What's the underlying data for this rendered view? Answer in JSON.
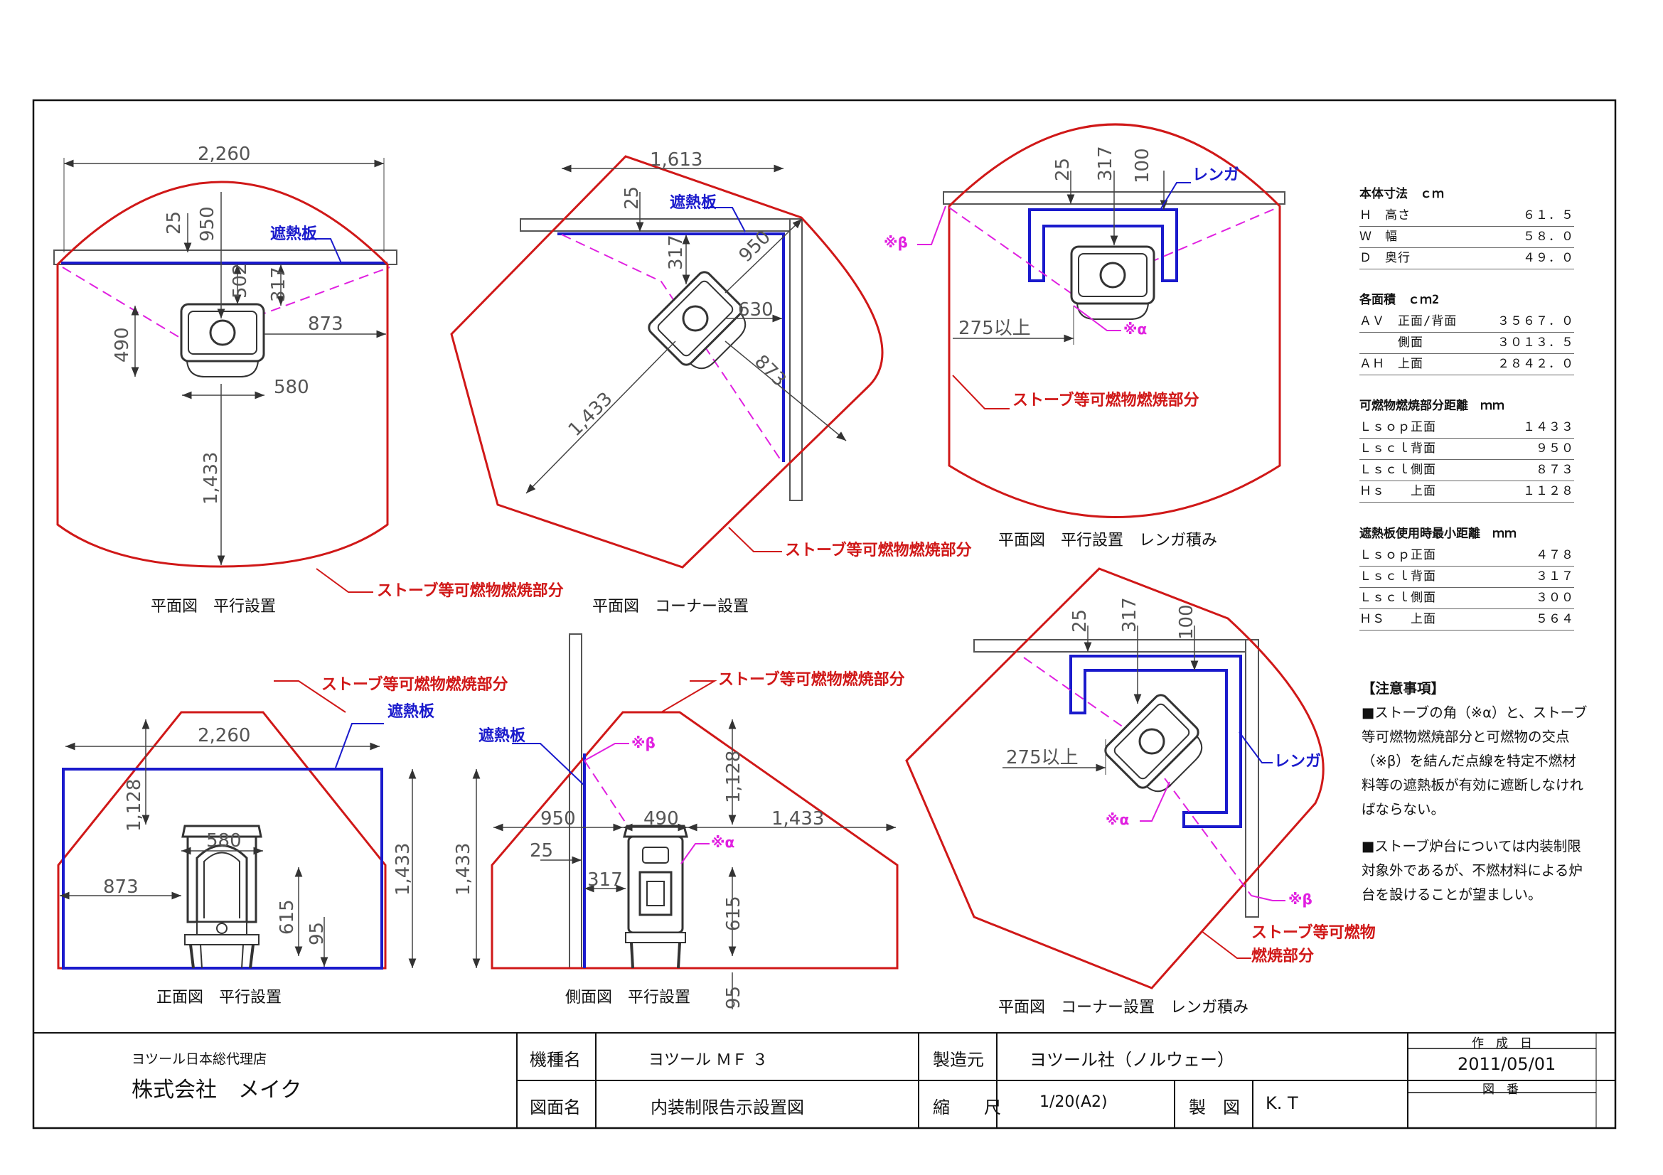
{
  "labels": {
    "stove_zone": "ストーブ等可燃物燃焼部分",
    "stove_zone_a": "ストーブ等可燃物",
    "stove_zone_b": "燃焼部分",
    "heat_shield": "遮熱板",
    "brick": "レンガ",
    "alpha": "※α",
    "beta": "※β"
  },
  "views": {
    "plan_parallel": "平面図　平行設置",
    "plan_corner": "平面図　コーナー設置",
    "plan_parallel_brick": "平面図　平行設置　レンガ積み",
    "front_parallel": "正面図　平行設置",
    "side_parallel": "側面図　平行設置",
    "plan_corner_brick": "平面図　コーナー設置　レンガ積み"
  },
  "dims": {
    "d2260": "2,260",
    "d1613": "1,613",
    "d1433": "1,433",
    "d1433b": "1433",
    "d1128": "1,128",
    "d950": "950",
    "d873": "873",
    "d630": "630",
    "d580": "580",
    "d502": "502",
    "d490": "490",
    "d317": "317",
    "d275": "275以上",
    "d100": "100",
    "d95": "95",
    "d615": "615",
    "d25": "25"
  },
  "specs": {
    "body": {
      "title": "本体寸法　ｃｍ",
      "rows": [
        [
          "Ｈ　高さ",
          "６１．５"
        ],
        [
          "Ｗ　幅",
          "５８．０"
        ],
        [
          "Ｄ　奥行",
          "４９．０"
        ]
      ]
    },
    "area": {
      "title": "各面積　ｃｍ2",
      "rows": [
        [
          "ＡＶ　正面/背面",
          "３５６７．０"
        ],
        [
          "　　　側面",
          "３０１３．５"
        ],
        [
          "ＡＨ　上面",
          "２８４２．０"
        ]
      ]
    },
    "dist": {
      "title": "可燃物燃焼部分距離　ｍｍ",
      "rows": [
        [
          "Ｌｓｏｐ正面",
          "１４３３"
        ],
        [
          "Ｌｓｃｌ背面",
          "９５０"
        ],
        [
          "Ｌｓｃｌ側面",
          "８７３"
        ],
        [
          "Ｈｓ　　上面",
          "１１２８"
        ]
      ]
    },
    "shield": {
      "title": "遮熱板使用時最小距離　ｍｍ",
      "rows": [
        [
          "Ｌｓｏｐ正面",
          "４７８"
        ],
        [
          "Ｌｓｃｌ背面",
          "３１７"
        ],
        [
          "Ｌｓｃｌ側面",
          "３００"
        ],
        [
          "ＨＳ　　上面",
          "５６４"
        ]
      ]
    }
  },
  "notes": {
    "title": "【注意事項】",
    "p1": "■ストーブの角（※α）と、ストーブ等可燃物燃焼部分と可燃物の交点（※β）を結んだ点線を特定不燃材料等の遮熱板が有効に遮断しなければならない。",
    "p2": "■ストーブ炉台については内装制限対象外であるが、不燃材料による炉台を設けることが望ましい。"
  },
  "title_block": {
    "agency": "ヨツール日本総代理店",
    "company": "株式会社　メイク",
    "model_label": "機種名",
    "model_value": "ヨツール ＭＦ ３",
    "maker_label": "製造元",
    "maker_value": "ヨツール社（ノルウェー）",
    "date_label": "作　成　日",
    "date_value": "2011/05/01",
    "drawing_label": "図面名",
    "drawing_value": "内装制限告示設置図",
    "scale_label": "縮　　尺",
    "scale_value": "1/20(A2)",
    "drafter_label": "製　図",
    "drafter_value": "K. T",
    "number_label": "図　番"
  }
}
